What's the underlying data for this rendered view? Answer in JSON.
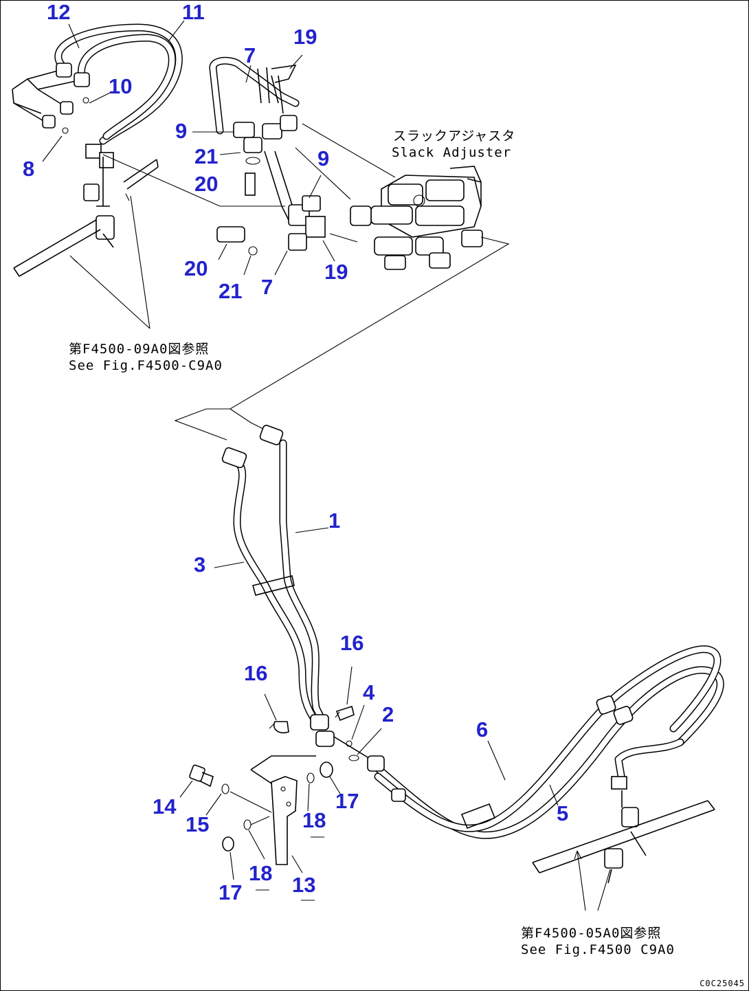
{
  "callouts": [
    {
      "id": "c12a",
      "text": "12"
    },
    {
      "id": "c11a",
      "text": "11"
    },
    {
      "id": "c10a",
      "text": "10"
    },
    {
      "id": "c8a",
      "text": "8"
    },
    {
      "id": "c7a",
      "text": "7"
    },
    {
      "id": "c19a",
      "text": "19"
    },
    {
      "id": "c9a",
      "text": "9"
    },
    {
      "id": "c21a",
      "text": "21"
    },
    {
      "id": "c20a",
      "text": "20"
    },
    {
      "id": "c9b",
      "text": "9"
    },
    {
      "id": "c20b",
      "text": "20"
    },
    {
      "id": "c21b",
      "text": "21"
    },
    {
      "id": "c7b",
      "text": "7"
    },
    {
      "id": "c19b",
      "text": "19"
    },
    {
      "id": "c1",
      "text": "1"
    },
    {
      "id": "c3",
      "text": "3"
    },
    {
      "id": "c16a",
      "text": "16"
    },
    {
      "id": "c16b",
      "text": "16"
    },
    {
      "id": "c4",
      "text": "4"
    },
    {
      "id": "c2",
      "text": "2"
    },
    {
      "id": "c6",
      "text": "6"
    },
    {
      "id": "c5",
      "text": "5"
    },
    {
      "id": "c14",
      "text": "14"
    },
    {
      "id": "c15",
      "text": "15"
    },
    {
      "id": "c18a",
      "text": "18"
    },
    {
      "id": "c17a",
      "text": "17"
    },
    {
      "id": "c18b",
      "text": "18"
    },
    {
      "id": "c13",
      "text": "13"
    },
    {
      "id": "c17b",
      "text": "17"
    }
  ],
  "notes": {
    "slack_jp": "スラックアジャスタ",
    "slack_en": "Slack Adjuster",
    "ref_top_jp": "第F4500-09A0図参照",
    "ref_top_en": "See Fig.F4500-C9A0",
    "ref_bottom_jp": "第F4500-05A0図参照",
    "ref_bottom_en": "See Fig.F4500 C9A0"
  },
  "drawing_code": "C0C25045",
  "colors": {
    "callout": "#2222cc",
    "line": "#000000"
  }
}
